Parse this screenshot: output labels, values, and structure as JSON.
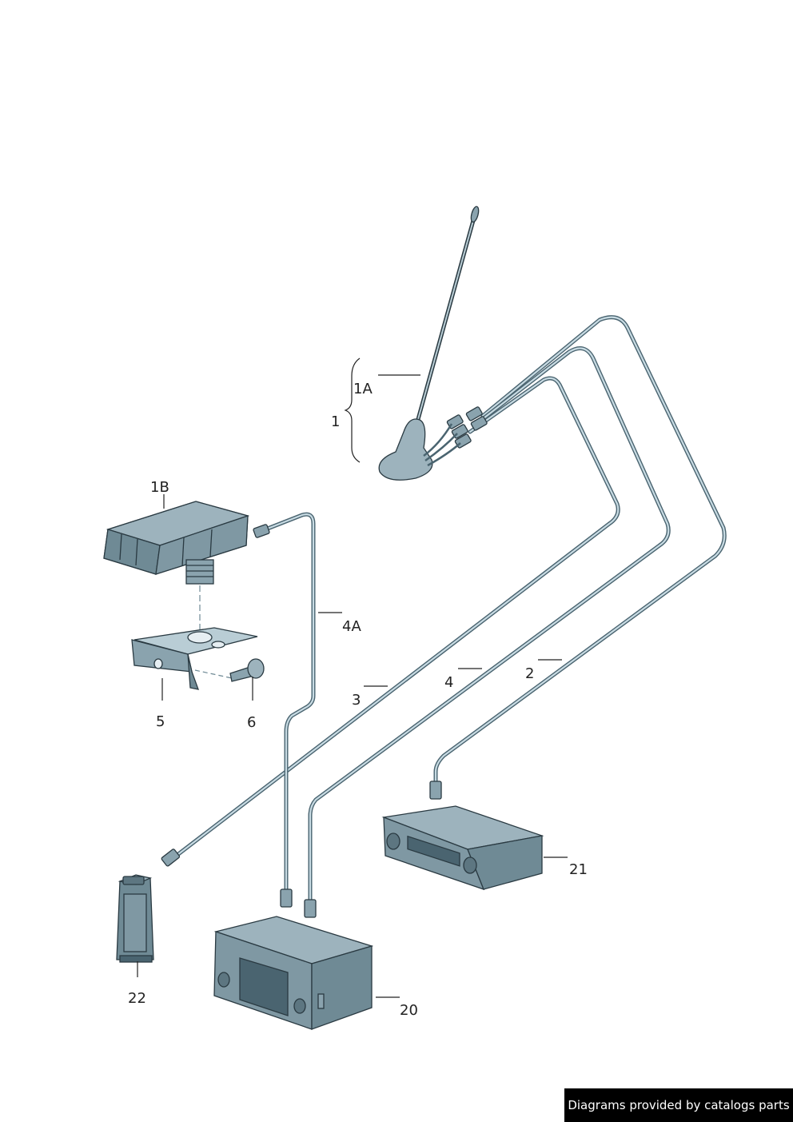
{
  "callouts": {
    "c1": "1",
    "c1A": "1A",
    "c1B": "1B",
    "c2": "2",
    "c3": "3",
    "c4": "4",
    "c4A": "4A",
    "c5": "5",
    "c6": "6",
    "c20": "20",
    "c21": "21",
    "c22": "22"
  },
  "credit": "Diagrams provided by catalogs parts",
  "colors": {
    "part_fill": "#8aa3ae",
    "part_dark": "#5d7681",
    "part_light": "#b9cdd5",
    "cable": "#4a6470",
    "cable_highlight": "#c8dbe3"
  }
}
